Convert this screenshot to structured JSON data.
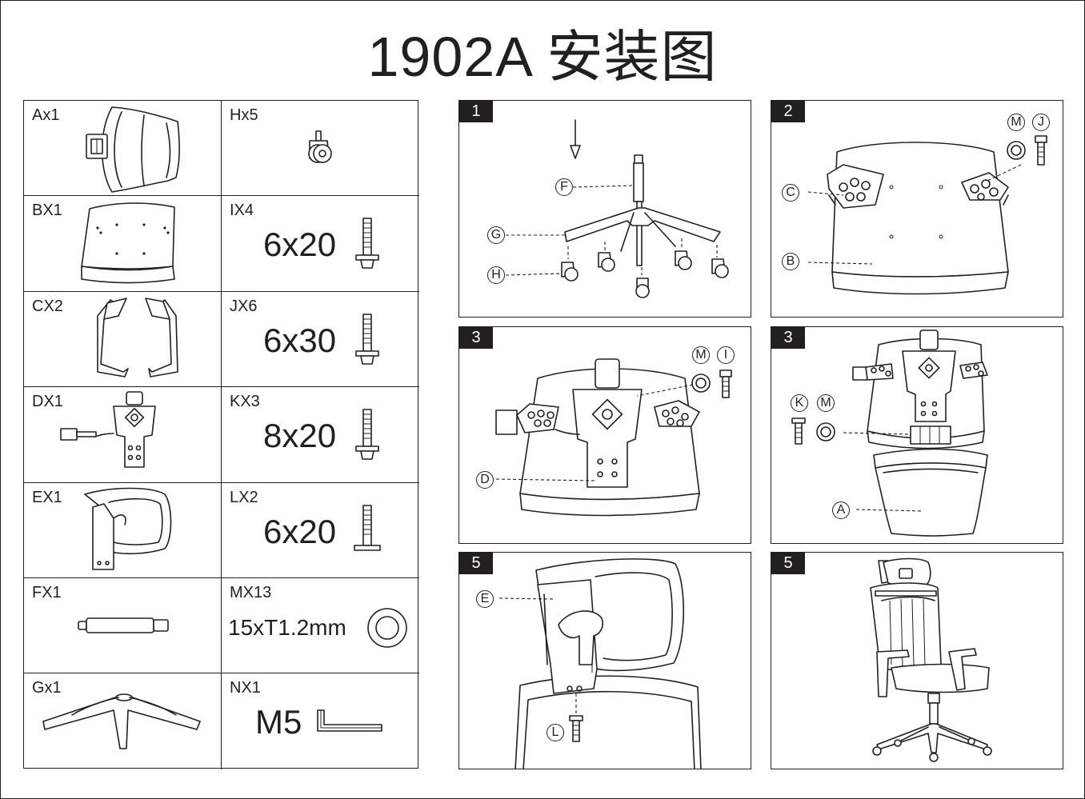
{
  "title": "1902A 安装图",
  "parts": [
    {
      "id": "A",
      "label": "Ax1",
      "icon": "backrest-icon"
    },
    {
      "id": "H",
      "label": "Hx5",
      "icon": "caster-icon"
    },
    {
      "id": "B",
      "label": "BX1",
      "icon": "seat-icon"
    },
    {
      "id": "I",
      "label": "IX4",
      "size": "6x20",
      "icon": "bolt-icon"
    },
    {
      "id": "C",
      "label": "CX2",
      "icon": "armrest-icon"
    },
    {
      "id": "J",
      "label": "JX6",
      "size": "6x30",
      "icon": "bolt-icon"
    },
    {
      "id": "D",
      "label": "DX1",
      "icon": "mechanism-icon"
    },
    {
      "id": "K",
      "label": "KX3",
      "size": "8x20",
      "icon": "bolt-icon"
    },
    {
      "id": "E",
      "label": "EX1",
      "icon": "headrest-icon"
    },
    {
      "id": "L",
      "label": "LX2",
      "size": "6x20",
      "icon": "screw-icon"
    },
    {
      "id": "F",
      "label": "FX1",
      "icon": "gas-lift-icon"
    },
    {
      "id": "M",
      "label": "MX13",
      "size": "15xT1.2mm",
      "icon": "washer-icon"
    },
    {
      "id": "G",
      "label": "Gx1",
      "icon": "star-base-icon"
    },
    {
      "id": "N",
      "label": "NX1",
      "size": "M5",
      "icon": "allen-key-icon"
    }
  ],
  "steps": [
    {
      "number": "1",
      "callouts": [
        "F",
        "G",
        "H"
      ]
    },
    {
      "number": "2",
      "callouts": [
        "M",
        "J",
        "C",
        "B"
      ]
    },
    {
      "number": "3",
      "callouts": [
        "M",
        "I",
        "D"
      ]
    },
    {
      "number": "3",
      "callouts": [
        "K",
        "M",
        "A"
      ]
    },
    {
      "number": "5",
      "callouts": [
        "E",
        "L"
      ]
    },
    {
      "number": "5",
      "callouts": []
    }
  ]
}
